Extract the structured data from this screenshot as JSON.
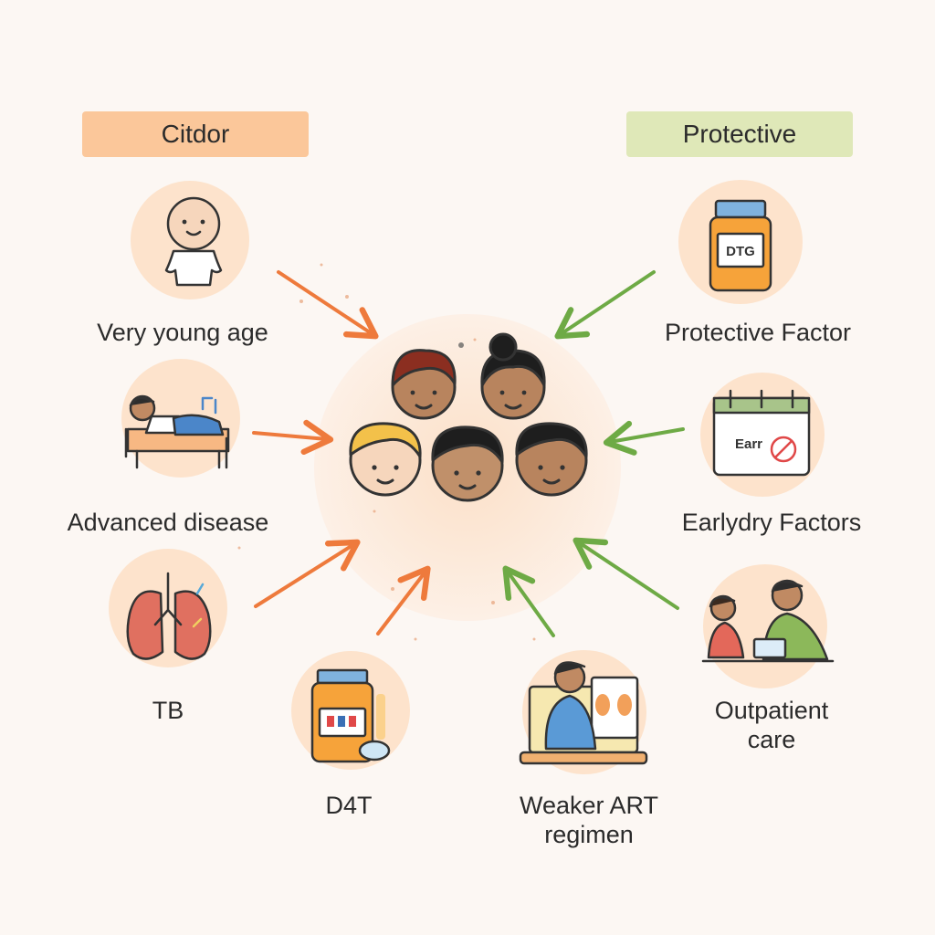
{
  "headers": {
    "risk": "Citdor",
    "protective": "Protective"
  },
  "nodes": [
    {
      "label": "Very young age",
      "icon": "baby-icon"
    },
    {
      "label": "Advanced disease",
      "icon": "bedridden-patient-icon"
    },
    {
      "label": "TB",
      "icon": "lungs-icon"
    },
    {
      "label": "D4T",
      "icon": "medicine-bottle-icon"
    },
    {
      "label": "Weaker ART\nregimen",
      "icon": "laptop-doctor-icon"
    },
    {
      "label": "Protective Factor",
      "icon": "dtg-bottle-icon"
    },
    {
      "label": "Earlydry Factors",
      "icon": "calendar-icon"
    },
    {
      "label": "Outpatient\ncare",
      "icon": "consultation-icon"
    }
  ],
  "bottle_labels": {
    "dtg": "DTG",
    "calendar": "Earr"
  },
  "center": {
    "icon": "children-group-icon"
  },
  "colors": {
    "risk_arrow": "#ee7a3c",
    "protective_arrow": "#6eaa45",
    "risk_pill": "#fbc79a",
    "protective_pill": "#dfe8b8",
    "circle_bg": "#fbe5d2"
  }
}
